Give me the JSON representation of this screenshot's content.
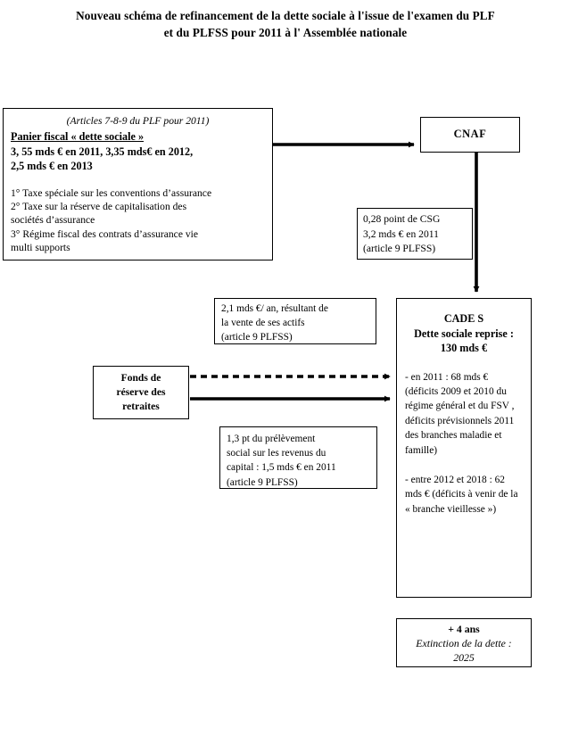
{
  "page": {
    "title_line1": "Nouveau schéma de refinancement de la dette sociale à l'issue de l'examen du PLF",
    "title_line2": "et du PLFSS pour 2011 à l' Assemblée nationale"
  },
  "diagram": {
    "type": "flowchart",
    "panier": {
      "articles": "(Articles 7-8-9 du PLF pour 2011)",
      "heading": "Panier fiscal « dette sociale »",
      "amounts_line1": "3, 55 mds € en 2011, 3,35 mds€ en 2012,",
      "amounts_line2": "2,5 mds € en 2013",
      "items": [
        "1° Taxe spéciale sur les conventions d’assurance",
        "2° Taxe sur la réserve de capitalisation des",
        "sociétés d’assurance",
        "3° Régime fiscal des contrats d’assurance vie",
        "multi supports"
      ]
    },
    "cnaf": {
      "label": "CNAF"
    },
    "csg_note": {
      "line1": "0,28 point de CSG",
      "line2": "3,2 mds € en 2011",
      "line3": "(article 9 PLFSS)"
    },
    "vente_note": {
      "line1": "2,1 mds €/ an, résultant de",
      "line2": "la vente de ses actifs",
      "line3": "(article 9 PLFSS)"
    },
    "frr": {
      "line1": "Fonds de",
      "line2": "réserve des",
      "line3": "retraites"
    },
    "prelevement_note": {
      "line1": "1,3 pt du prélèvement",
      "line2": "social sur les revenus du",
      "line3": "capital : 1,5 mds € en 2011",
      "line4": "(article 9 PLFSS)"
    },
    "cades": {
      "title_line1": "CADE S",
      "title_line2": "Dette sociale reprise :",
      "title_line3": "130 mds €",
      "para1": "- en 2011 : 68 mds € (déficits 2009 et 2010 du régime général et du FSV , déficits prévisionnels 2011 des branches maladie et famille)",
      "para2": "- entre 2012 et 2018 : 62 mds € (déficits à venir de la « branche vieillesse »)"
    },
    "extinction": {
      "line1": "+ 4 ans",
      "line2": "Extinction de la dette :",
      "line3": "2025"
    },
    "edges": [
      {
        "name": "panier-to-cnaf",
        "style": "solid-arrow"
      },
      {
        "name": "cnaf-to-cades",
        "style": "solid-arrow"
      },
      {
        "name": "frr-dashed-to-cades",
        "style": "dashed-arrow"
      },
      {
        "name": "frr-solid-to-cades",
        "style": "solid-arrow"
      }
    ]
  },
  "colors": {
    "ink": "#000000",
    "paper": "#ffffff"
  }
}
